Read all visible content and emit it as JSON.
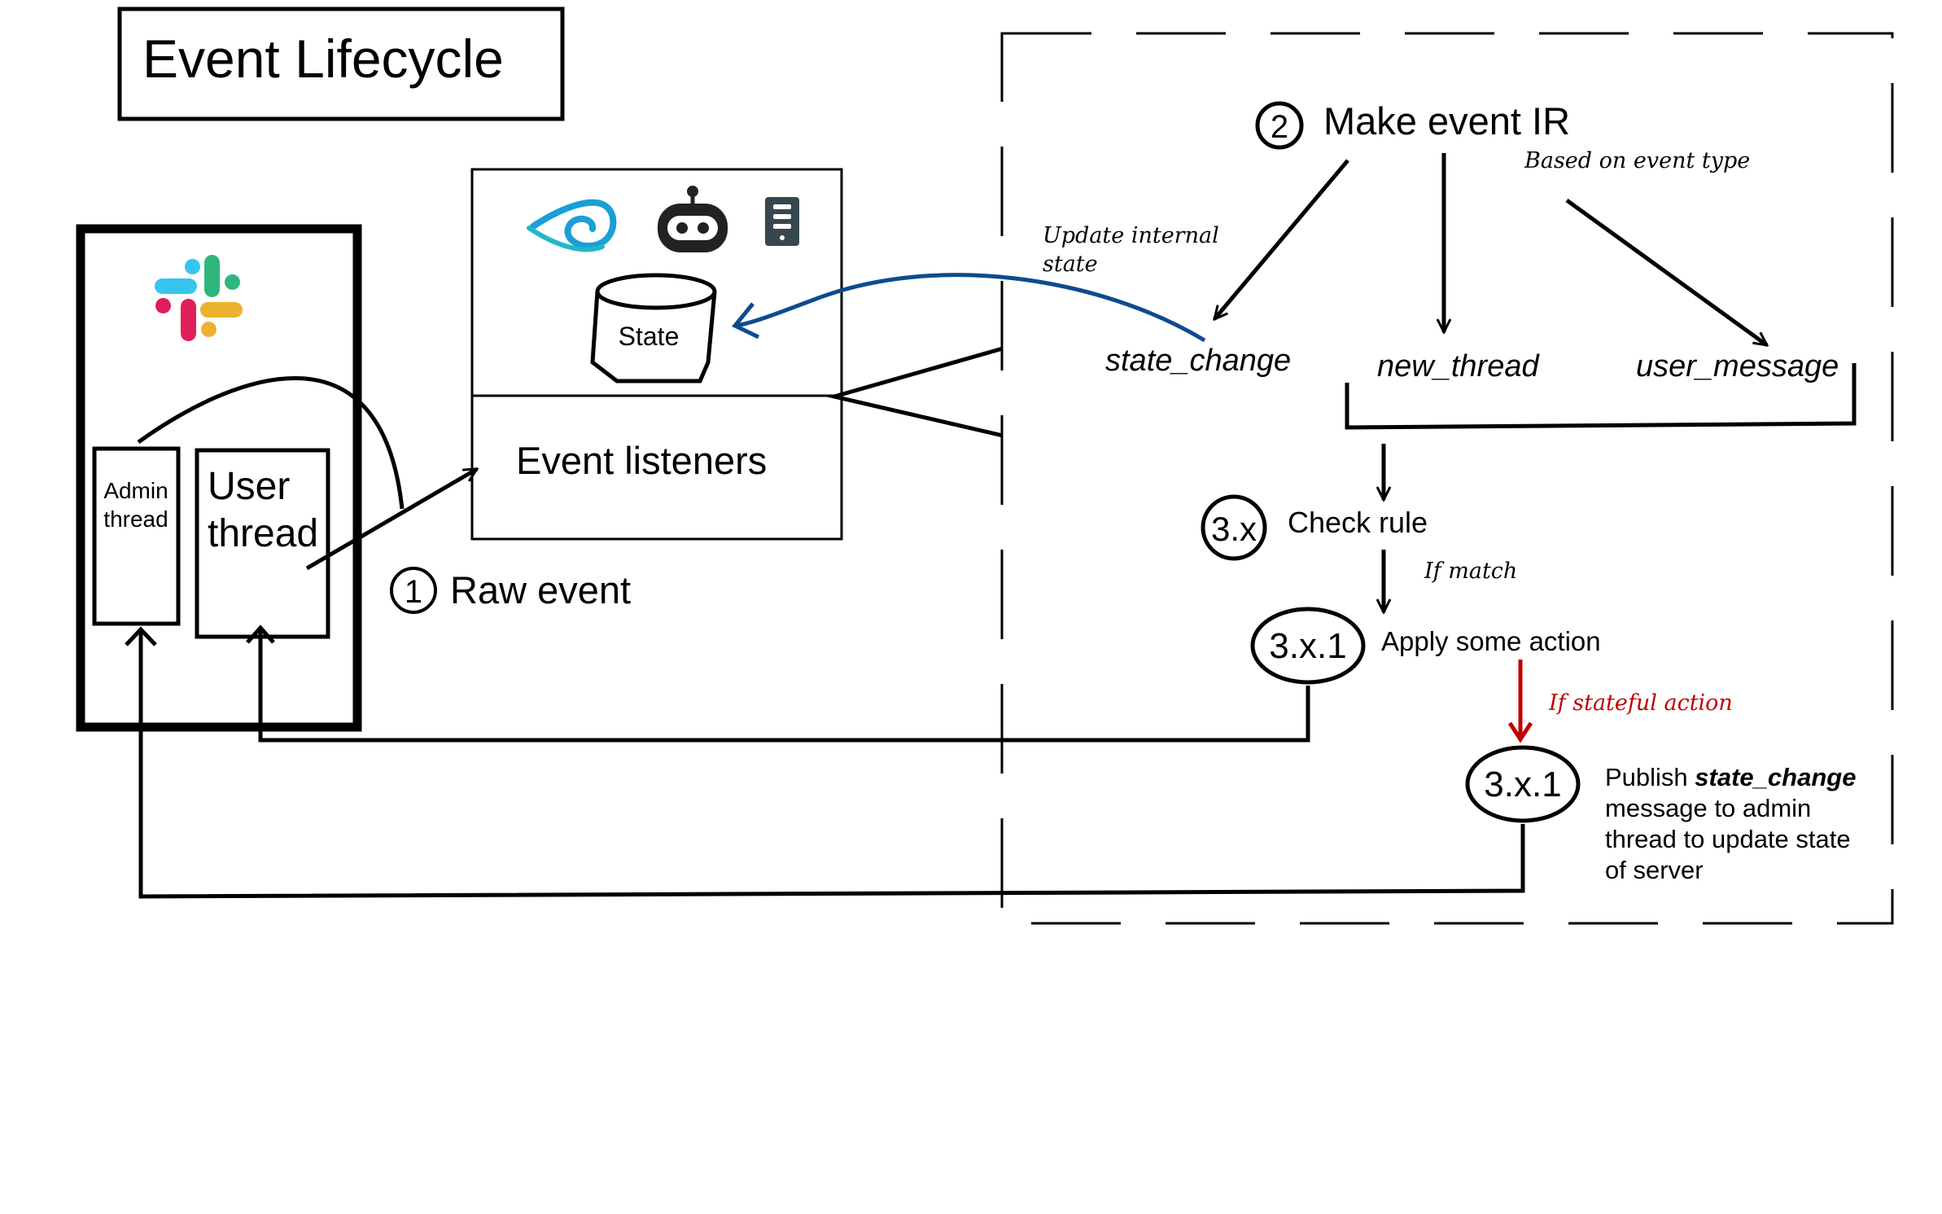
{
  "title": "Event Lifecycle",
  "slack": {
    "logo_icon": "slack-logo-icon",
    "admin_thread": [
      "Admin",
      "thread"
    ],
    "user_thread": [
      "User",
      "thread"
    ]
  },
  "listener_box": {
    "icons": [
      "spiral-brand-icon",
      "robot-icon",
      "server-icon"
    ],
    "state_label": "State",
    "listeners_label": "Event listeners"
  },
  "steps": {
    "raw_event": {
      "number": "1",
      "label": "Raw event"
    },
    "make_ir": {
      "number": "2",
      "label": "Make event IR",
      "note": "Based on event type"
    },
    "check_rule": {
      "number": "3.x",
      "label": "Check rule",
      "note": "If match"
    },
    "apply_action": {
      "number": "3.x.1",
      "label": "Apply some action",
      "note": "If stateful action"
    },
    "publish": {
      "number": "3.x.1",
      "lines": [
        "Publish ",
        "state_change",
        "message to admin",
        "thread to update state",
        "of server"
      ]
    }
  },
  "update_note": [
    "Update internal",
    "state"
  ],
  "event_types": [
    "state_change",
    "new_thread",
    "user_message"
  ],
  "colors": {
    "stroke": "#000000",
    "update_arrow": "#0d4a8f",
    "stateful_arrow": "#c00000"
  }
}
